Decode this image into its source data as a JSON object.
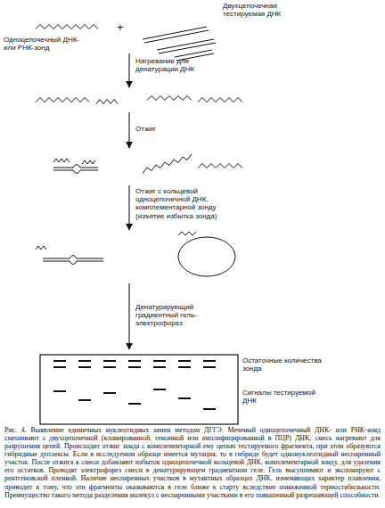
{
  "diagram": {
    "caption": "Рис. 4. Выявление единичных нуклеотидных замен методом ДГГЭ. Меченый одноцепочечный ДНК- или РНК-зонд смешивают с двухцепочечной (клонированной, геномной или амплифицированной в ПЦР) ДНК; смесь нагревают для разрушения цепей. Происходит отжиг зонда с комплементарной ему цепью тестируемого фрагмента, при этом образуются гибридные дуплексы. Если в исследуемом образце имеется мутация, то в гибриде будет однонуклеотидный неспаренный участок. После отжига к смеси добавляют избыток одноцепочечной кольцевой ДНК, комплементарной зонду, для удаления его остатков. Проводят электрофорез смеси в денатурирующем градиентном геле. Гель высушивают и экспонируют с рентгеновской пленкой. Наличие неспаренных участков в мутантных образцах ДНК, изменяющих характер плавления, приводит к тому, что эти фрагменты оказываются в геле ближе к старту вследствие пониженной термостабильности. Преимущество такого метода разделения молекул с неспаренными участками в его повышенной разрешающей способности.",
    "labels": [
      "Двухцепочечная тестируемая ДНК",
      "Одноцепочечный ДНК- или РНК-зонд",
      "+",
      "Нагревание для денатурации ДНК",
      "Отжиг",
      "Отжиг с кольцевой одноцепочечной ДНК, комплементарной зонду (изъятие избытка зонда)",
      "Денатурирующий градиентный гель-электрофорез",
      "Остаточные количества зонда",
      "Сигналы тестируемой ДНК"
    ]
  }
}
